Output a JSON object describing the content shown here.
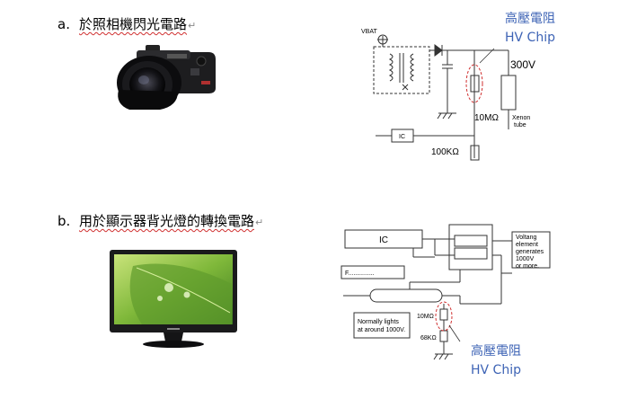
{
  "section_a": {
    "number": "a.",
    "title": "於照相機閃光電路",
    "paragraph_mark": "↵",
    "diagram": {
      "vbat": "VBAT",
      "hv_title": "高壓電阻",
      "hv_chip": "HV Chip",
      "voltage": "300V",
      "resistor_top": "10MΩ",
      "xenon_1": "Xenon",
      "xenon_2": "tube",
      "ic": "IC",
      "resistor_bottom": "100KΩ"
    }
  },
  "section_b": {
    "number": "b.",
    "title": "用於顯示器背光燈的轉換電路",
    "paragraph_mark": "↵",
    "diagram": {
      "ic": "IC",
      "f_box": "F...............",
      "volt_1": "Voltang",
      "volt_2": "element",
      "volt_3": "generates",
      "volt_4": "1000V",
      "volt_5": "or more.",
      "normal_1": "Normally lights",
      "normal_2": "at around 1000V.",
      "resistor_top": "10MΩ",
      "resistor_bottom": "68KΩ",
      "hv_title": "高壓電阻",
      "hv_chip": "HV Chip"
    }
  },
  "colors": {
    "accent_blue": "#3d63b5",
    "dashed_red": "#d03030",
    "line": "#333333"
  }
}
